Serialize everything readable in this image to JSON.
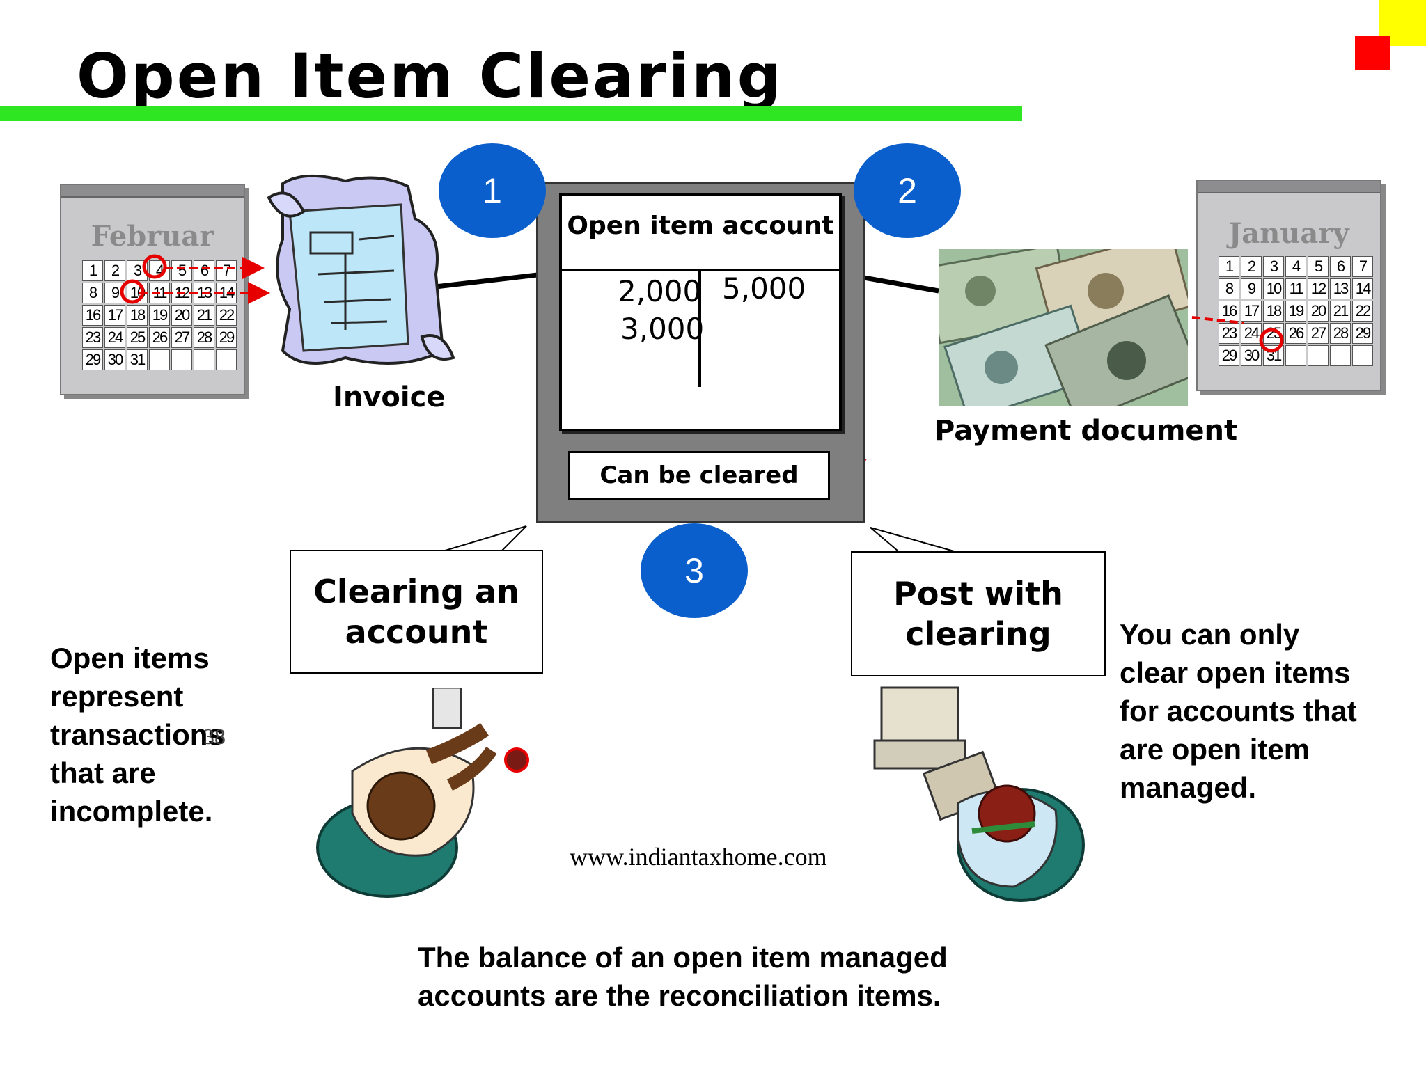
{
  "title": "Open Item Clearing",
  "steps": [
    "1",
    "2",
    "3"
  ],
  "calendars": {
    "left": {
      "month": "Februar",
      "days": [
        "1",
        "2",
        "3",
        "4",
        "5",
        "6",
        "7",
        "8",
        "9",
        "10",
        "11",
        "12",
        "13",
        "14",
        "16",
        "17",
        "18",
        "19",
        "20",
        "21",
        "22",
        "23",
        "24",
        "25",
        "26",
        "27",
        "28",
        "29",
        "29",
        "30",
        "31",
        "",
        "",
        "",
        ""
      ]
    },
    "right": {
      "month": "January",
      "days": [
        "1",
        "2",
        "3",
        "4",
        "5",
        "6",
        "7",
        "8",
        "9",
        "10",
        "11",
        "12",
        "13",
        "14",
        "16",
        "17",
        "18",
        "19",
        "20",
        "21",
        "22",
        "23",
        "24",
        "25",
        "26",
        "27",
        "28",
        "29",
        "29",
        "30",
        "31",
        "",
        "",
        "",
        ""
      ]
    }
  },
  "invoice": {
    "label": "Invoice"
  },
  "payment": {
    "label": "Payment document"
  },
  "account": {
    "title": "Open item account",
    "debit": [
      "2,000",
      "3,000"
    ],
    "credit": [
      "5,000"
    ],
    "status": "Can be cleared"
  },
  "callouts": {
    "left": [
      "Clearing an",
      "account"
    ],
    "right": [
      "Post with",
      "clearing"
    ]
  },
  "notes": {
    "left": [
      "Open items",
      "represent",
      "transactions",
      "that are",
      "incomplete."
    ],
    "right": [
      "You can only",
      "clear open items",
      "for accounts that",
      "are open item",
      "managed."
    ],
    "bottom": [
      "The balance of an open item managed",
      "accounts are the reconciliation items."
    ]
  },
  "page_number": "38",
  "website": "www.indiantaxhome.com",
  "colors": {
    "green_bar": "#2ee622",
    "step_circle": "#0a5fcc",
    "arrow_red": "#e60000",
    "accent_yellow": "#ffff00",
    "accent_red": "#ff0000"
  }
}
